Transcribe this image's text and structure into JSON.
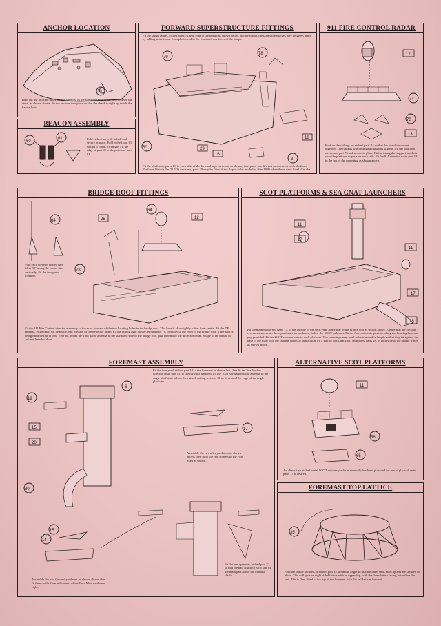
{
  "panels": {
    "anchor_location": {
      "title": "ANCHOR LOCATION",
      "text": "Drill out the locating holes for the anchors, in the starboard side of the bow and see the stern, as shown above. Fit the anchors into place so that the shank is right up inside the hawse hole."
    },
    "beacon_assembly": {
      "title": "BEACON ASSEMBLY",
      "text": "Fold etched parts 60 in half and secure in place. Fold etched part 61 so that it forms a triangle. Fit the edge of part 60 to the points of part 61."
    },
    "forward_superstructure": {
      "title": "FORWARD SUPERSTRUCTURE FITTINGS",
      "text_top": "Fit the signal lamps, etched parts 74 and 75 in to the positions shown below. Before fitting, the lamps themselves may be given depth by adding some tissue from plastic rod to the front and rear faces of the lamps.",
      "text_bottom": "Fit the platforms, parts 18, to each side of the forward superstructure as shown, then place two life raft canisters on each platform. Platform 16 with the DLF(3) canisters, parts 29 may be fitted if the ship is to be modelled after 1999 when these were fitted. Cut the support frames, etched parts 3 as shown. Fit the beacon assembly 60, centrally to the front of the bridge."
    },
    "fire_control_radar": {
      "title": "911 FIRE CONTROL RADAR",
      "text": "Fold up the railings on etched parts 74 so that the stanchions meet together. The railings will be angled outwards slightly. Fit the platform over main part 73 and secure in place. Fit the triangular support brackets onto the platform to parts on each side. Fit the 911 director, main part 12, to the top of the mounting as shown above."
    },
    "bridge_roof": {
      "title": "BRIDGE ROOF FITTINGS",
      "text_left": "Fold each piece of etched part 64 to 90° along the centre line vertically. Fit the two parts together.",
      "text_bottom": "Fit the 911 Fire Control director assembly to the mast forward of the two locating holes in the bridge roof. This hole is also slightly offset from centre. Fit the DF antenna, etched part 64, centrally, just forward of the deflector beam. Fit the railing light cluster, etched part 78, centrally to the front of the bridge roof. If the ship is being modelled as in post 1999 fit, mount the 1007 radar antenna to the starboard side of the bridge roof, just forward of the deflector beam. Shape to the mount to suit not here but done."
    },
    "scot_platforms": {
      "title": "SCOT PLATFORMS & SEA GNAT LAUNCHERS",
      "text_bottom": "Fit the main platforms, parts 17, to the outside of the deck edge at the rear of the bridge roof as shown above. Ensure that the circular recesses underneath these platforms are outboard, below the SCOT radomes. Fit the forecastle into position along the locating hole and peg provided. Fit the SCOT radome units to each platform. The soundings may need to be trimmed in length so that they fit against the base of the mast with the radome correctly in position. Fit a pair of Sea Gnat chaff launchers, parts 28, to each side of the bridge wings as shown above."
    },
    "foremast": {
      "title": "FOREMAST ASSEMBLY",
      "text_top": "Fit the fore yard, etched part 19 to the foremast as shown left, then fit the Sea Anchor director, resin part 15, to the forward platform. Fit the 1006 navigation radar antenna to the angle platforms below, then attach railing sections 30 to fit around the edge of the angle platform.",
      "text_mid": "Assemble the two after yardarms as shown above, then fit to the rear corners of the Fore Mast as shown.",
      "text_bl": "Assemble the two forward yardarms as shown above, then fit them to the forward corners of the Fore Mast as shown right.",
      "text_br": "Fit the rear spreader, etched part 22, so that the pair attach to each side of the main part above the exhaust shield."
    },
    "alt_scot": {
      "title": "ALTERNATIVE SCOT PLATFORMS",
      "text": "An alternative etched metal SCOT radome platform assembly has been provided for use in place of resin parts 17 if desired."
    },
    "foremast_top_lattice": {
      "title": "FOREMAST TOP LATTICE",
      "text": "Fold the lattice sections of etched part 35 around to angle so that the outer ends meet up and are secured in place. This will give an eight sided lattice with an upper top, with the three lattice facing outer than the rest. This is then fitted to the top of the foremast with the tall lattices forward."
    }
  },
  "part_labels": {
    "anchor": [
      "30"
    ],
    "beacon": [
      "60",
      "61"
    ],
    "forward_superstructure": [
      "79",
      "78",
      "60",
      "29",
      "16",
      "18",
      "3"
    ],
    "radar": [
      "12",
      "74",
      "73",
      "13"
    ],
    "bridge_roof": [
      "64",
      "25",
      "64",
      "12",
      "78"
    ],
    "scot": [
      "11",
      "17",
      "11",
      "17",
      "28"
    ],
    "foremast": [
      "6",
      "19",
      "15",
      "20",
      "30",
      "17",
      "14",
      "15"
    ],
    "alt_scot": [
      "11",
      "56",
      "65"
    ],
    "lattice": [
      "35"
    ]
  }
}
